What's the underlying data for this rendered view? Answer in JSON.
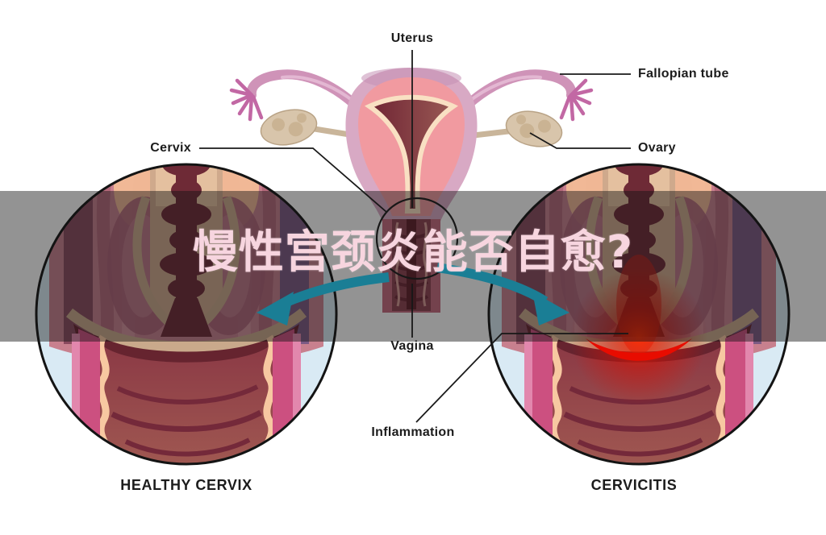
{
  "title": {
    "text": "慢性宫颈炎能否自愈?",
    "color": "#f7d5df"
  },
  "overlay_banner": {
    "color": "rgba(20,20,20,0.46)"
  },
  "anatomy_labels": {
    "uterus": "Uterus",
    "fallopian_tube": "Fallopian tube",
    "cervix": "Cervix",
    "ovary": "Ovary",
    "vagina": "Vagina",
    "inflammation": "Inflammation"
  },
  "circle_captions": {
    "healthy": "HEALTHY CERVIX",
    "cervicitis": "CERVICITIS"
  },
  "palette": {
    "label_text": "#1c1c1c",
    "leader_line": "#1a1a1a",
    "arrow_teal": "#1a7e95",
    "inflammation_red": "#e80c00",
    "uterus_pink": "#f19aa0",
    "uterus_outer": "#d8a9c4",
    "tube_pink": "#cf93b8",
    "ovary_beige": "#d8c5ab",
    "cavity_maroon": "#6f2433",
    "circle_background_blue": "#d9eaf4",
    "vaginal_mass_maroon": "#8b3945",
    "magenta_band": "#cc5080",
    "cream_band": "#f7c8a1"
  }
}
